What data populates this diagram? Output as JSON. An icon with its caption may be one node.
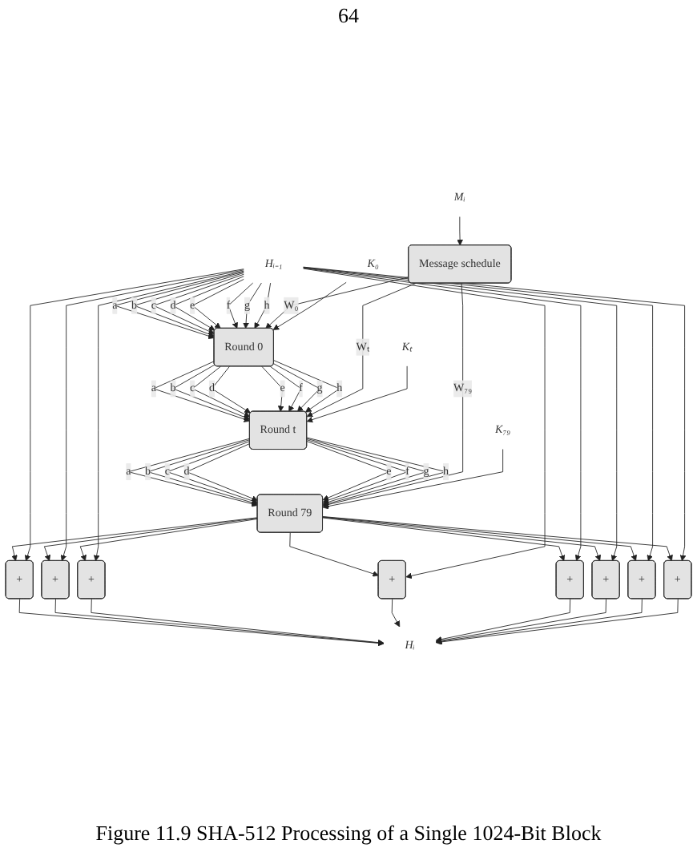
{
  "diagram": {
    "caption": "Figure 11.9 SHA-512 Processing of a Single 1024-Bit Block",
    "nodes": [
      {
        "text": [
          "Mᵢ"
        ]
      },
      {
        "text": [
          "Message schedule"
        ]
      },
      {
        "text": [
          "Hᵢ₋₁"
        ]
      },
      {
        "text": [
          "Round 0"
        ]
      },
      {
        "text": [
          "K₀"
        ]
      },
      {
        "text": [
          "Round t"
        ]
      },
      {
        "text": [
          "Kₜ"
        ]
      },
      {
        "text": [
          "Round 79"
        ]
      },
      {
        "text": [
          "K₇₉"
        ]
      },
      {
        "text": [
          "+"
        ]
      },
      {
        "text": [
          "+"
        ]
      },
      {
        "text": [
          "+"
        ]
      },
      {
        "text": [
          "+"
        ]
      },
      {
        "text": [
          "+"
        ]
      },
      {
        "text": [
          "+"
        ]
      },
      {
        "text": [
          "+"
        ]
      },
      {
        "text": [
          "+"
        ]
      },
      {
        "text": [
          "Hᵢ"
        ]
      }
    ],
    "edges": [
      {
        "from": 0,
        "to": 1,
        "arrow": "to"
      },
      {
        "from": 2,
        "to": 3,
        "arrow": "to",
        "label": "a"
      },
      {
        "from": 2,
        "to": 3,
        "arrow": "to",
        "label": "b"
      },
      {
        "from": 2,
        "to": 3,
        "arrow": "to",
        "label": "c"
      },
      {
        "from": 2,
        "to": 3,
        "arrow": "to",
        "label": "d"
      },
      {
        "from": 2,
        "to": 3,
        "arrow": "to",
        "label": "e"
      },
      {
        "from": 2,
        "to": 3,
        "arrow": "to",
        "label": "f"
      },
      {
        "from": 2,
        "to": 3,
        "arrow": "to",
        "label": "g"
      },
      {
        "from": 2,
        "to": 3,
        "arrow": "to",
        "label": "h"
      },
      {
        "from": 1,
        "to": 3,
        "arrow": "to",
        "label": "W₀"
      },
      {
        "from": 4,
        "to": 3,
        "arrow": "to"
      },
      {
        "from": 3,
        "to": 5,
        "arrow": "to",
        "label": "a"
      },
      {
        "from": 3,
        "to": 5,
        "arrow": "to",
        "label": "b"
      },
      {
        "from": 3,
        "to": 5,
        "arrow": "to",
        "label": "c"
      },
      {
        "from": 3,
        "to": 5,
        "arrow": "to",
        "label": "d"
      },
      {
        "from": 3,
        "to": 5,
        "arrow": "to",
        "label": "e"
      },
      {
        "from": 3,
        "to": 5,
        "arrow": "to",
        "label": "f"
      },
      {
        "from": 3,
        "to": 5,
        "arrow": "to",
        "label": "g"
      },
      {
        "from": 3,
        "to": 5,
        "arrow": "to",
        "label": "h"
      },
      {
        "from": 1,
        "to": 5,
        "arrow": "to",
        "label": "Wₜ"
      },
      {
        "from": 6,
        "to": 5,
        "arrow": "to"
      },
      {
        "from": 5,
        "to": 7,
        "arrow": "to",
        "label": "a"
      },
      {
        "from": 5,
        "to": 7,
        "arrow": "to",
        "label": "b"
      },
      {
        "from": 5,
        "to": 7,
        "arrow": "to",
        "label": "c"
      },
      {
        "from": 5,
        "to": 7,
        "arrow": "to",
        "label": "d"
      },
      {
        "from": 5,
        "to": 7,
        "arrow": "to",
        "label": "e"
      },
      {
        "from": 5,
        "to": 7,
        "arrow": "to",
        "label": "f"
      },
      {
        "from": 5,
        "to": 7,
        "arrow": "to",
        "label": "g"
      },
      {
        "from": 5,
        "to": 7,
        "arrow": "to",
        "label": "h"
      },
      {
        "from": 1,
        "to": 7,
        "arrow": "to",
        "label": "W₇₉"
      },
      {
        "from": 8,
        "to": 7,
        "arrow": "to"
      },
      {
        "from": 7,
        "to": 9,
        "arrow": "to"
      },
      {
        "from": 2,
        "to": 9,
        "arrow": "to"
      },
      {
        "from": 7,
        "to": 10,
        "arrow": "to"
      },
      {
        "from": 2,
        "to": 10,
        "arrow": "to"
      },
      {
        "from": 7,
        "to": 11,
        "arrow": "to"
      },
      {
        "from": 2,
        "to": 11,
        "arrow": "to"
      },
      {
        "from": 7,
        "to": 12,
        "arrow": "to"
      },
      {
        "from": 2,
        "to": 12,
        "arrow": "to"
      },
      {
        "from": 7,
        "to": 13,
        "arrow": "to"
      },
      {
        "from": 2,
        "to": 13,
        "arrow": "to"
      },
      {
        "from": 7,
        "to": 14,
        "arrow": "to"
      },
      {
        "from": 2,
        "to": 14,
        "arrow": "to"
      },
      {
        "from": 7,
        "to": 15,
        "arrow": "to"
      },
      {
        "from": 2,
        "to": 15,
        "arrow": "to"
      },
      {
        "from": 7,
        "to": 16,
        "arrow": "to"
      },
      {
        "from": 2,
        "to": 16,
        "arrow": "to"
      },
      {
        "from": 9,
        "to": 17,
        "arrow": "to"
      },
      {
        "from": 10,
        "to": 17,
        "arrow": "to"
      },
      {
        "from": 11,
        "to": 17,
        "arrow": "to"
      },
      {
        "from": 12,
        "to": 17,
        "arrow": "to"
      },
      {
        "from": 13,
        "to": 17,
        "arrow": "to"
      },
      {
        "from": 14,
        "to": 17,
        "arrow": "to"
      },
      {
        "from": 15,
        "to": 17,
        "arrow": "to"
      },
      {
        "from": 16,
        "to": 17,
        "arrow": "to"
      }
    ],
    "labels": [
      "64"
    ]
  }
}
